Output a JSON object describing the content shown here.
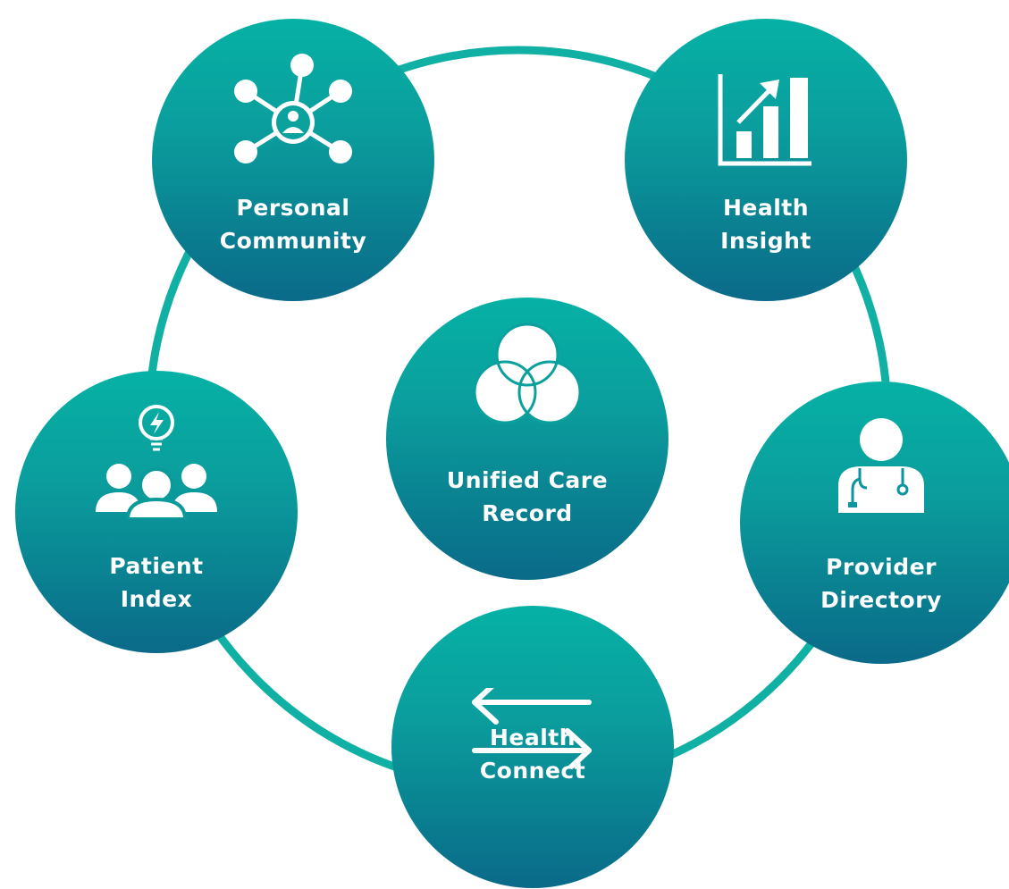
{
  "colors": {
    "ring": "#11b0a4",
    "circle_top": "#06b1a5",
    "circle_bottom": "#0b6a89",
    "text": "#ffffff"
  },
  "nodes": {
    "personal_community": {
      "line1": "Personal",
      "line2": "Community",
      "icon": "network-hub-icon"
    },
    "health_insight": {
      "line1": "Health",
      "line2": "Insight",
      "icon": "bar-chart-growth-icon"
    },
    "patient_index": {
      "line1": "Patient",
      "line2": "Index",
      "icon": "team-idea-icon"
    },
    "unified_care_record": {
      "line1": "Unified Care",
      "line2": "Record",
      "icon": "overlapping-circles-icon"
    },
    "provider_directory": {
      "line1": "Provider",
      "line2": "Directory",
      "icon": "doctor-stethoscope-icon"
    },
    "health_connect": {
      "line1": "Health",
      "line2": "Connect",
      "icon": "exchange-arrows-icon"
    }
  }
}
